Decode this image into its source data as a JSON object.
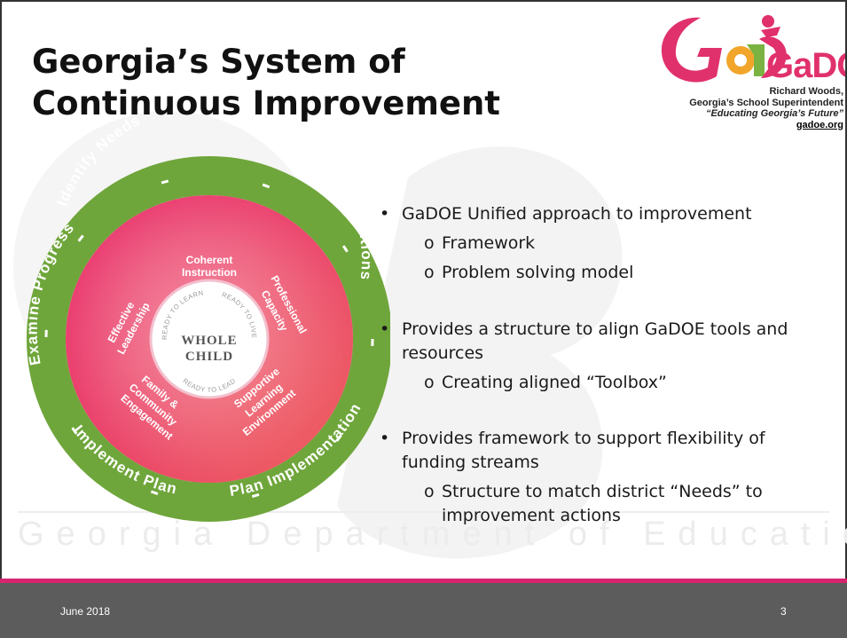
{
  "slide": {
    "title_lines": [
      "Georgia’s System of",
      "Continuous Improvement"
    ],
    "watermark_text": "Georgia Department of Education"
  },
  "logo": {
    "brand": "GaDOE",
    "person": "Richard Woods,",
    "role": "Georgia’s School Superintendent",
    "tagline": "“Educating Georgia’s Future”",
    "site": "gadoe.org"
  },
  "wheel": {
    "outer_steps": [
      "Identify Needs",
      "Select Interventions",
      "Plan Implementation",
      "Implement Plan",
      "Examine Progress"
    ],
    "inner_areas": [
      [
        "Coherent",
        "Instruction"
      ],
      [
        "Professional",
        "Capacity"
      ],
      [
        "Supportive",
        "Learning",
        "Environment"
      ],
      [
        "Family &",
        "Community",
        "Engagement"
      ],
      [
        "Effective",
        "Leadership"
      ]
    ],
    "center_title": [
      "WHOLE",
      "CHILD"
    ],
    "center_ring": [
      "READY TO LEARN",
      "READY TO LIVE",
      "READY TO LEAD"
    ]
  },
  "bullets": [
    {
      "text": "GaDOE Unified approach to improvement",
      "subs": [
        "Framework",
        "Problem solving model"
      ]
    },
    {
      "text": "Provides a structure to align GaDOE tools and resources",
      "subs": [
        "Creating aligned “Toolbox”"
      ]
    },
    {
      "text": "Provides framework to support flexibility of funding streams",
      "subs": [
        "Structure to match district “Needs” to improvement actions"
      ]
    }
  ],
  "sub_marker": "o",
  "footer": {
    "date": "June 2018",
    "page": "3"
  },
  "colors": {
    "accent_pink": "#d6246e",
    "wheel_green": "#6fa63b",
    "wheel_pink_center": "#f7a0b8",
    "wheel_pink_edge": "#e83c6e",
    "footer_gray": "#5c5c5c"
  }
}
